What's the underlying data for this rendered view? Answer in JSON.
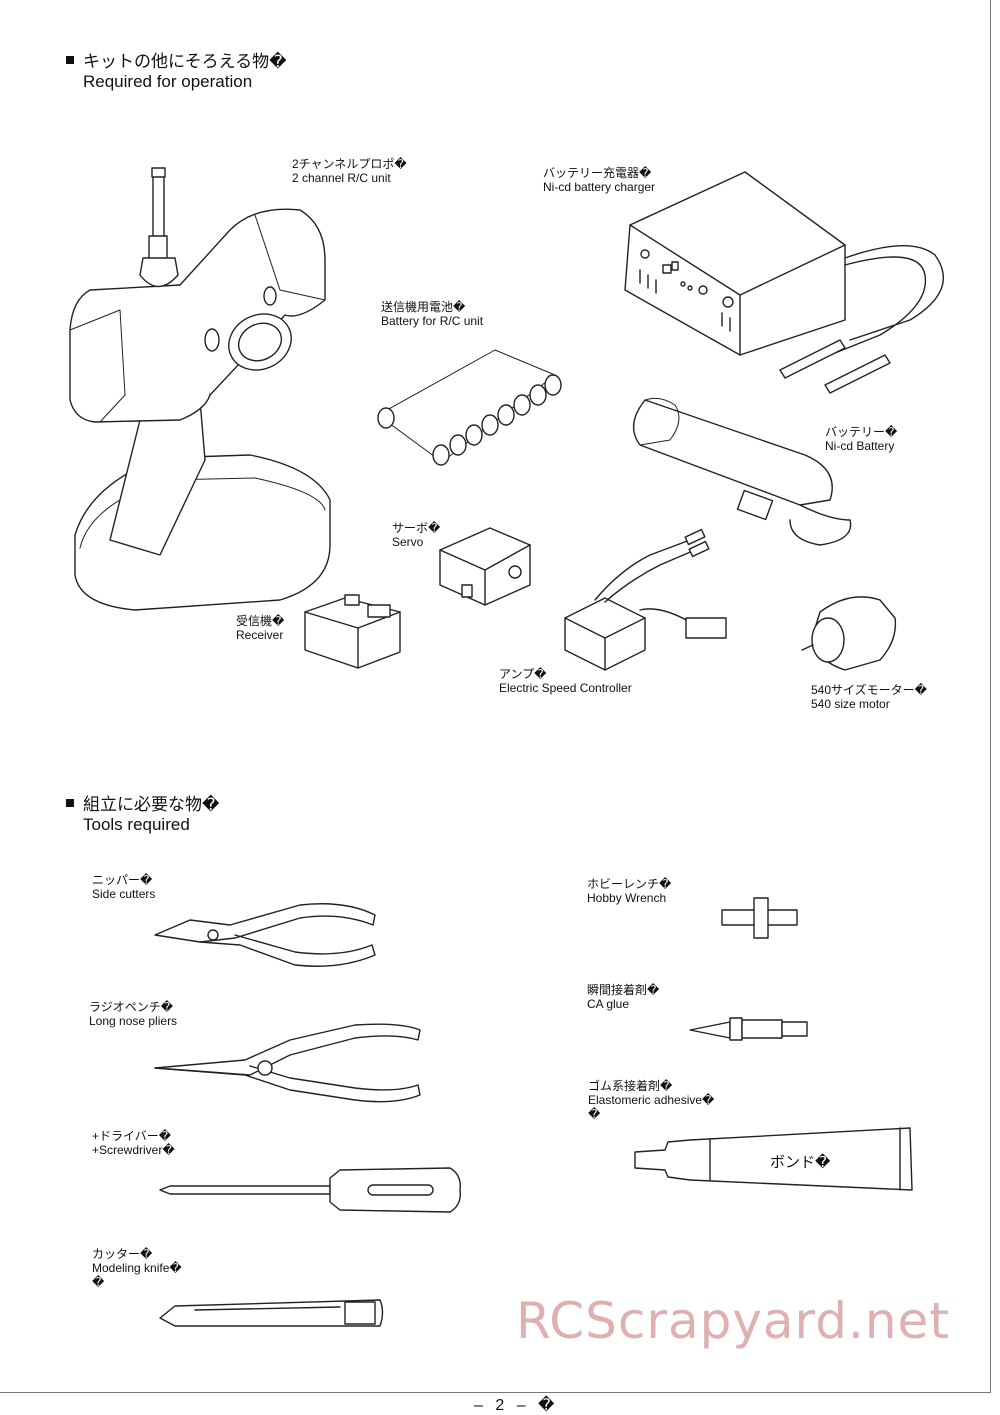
{
  "sections": {
    "required": {
      "ja": "キットの他にそろえる物�",
      "en": "Required for operation"
    },
    "tools": {
      "ja": "組立に必要な物�",
      "en": "Tools required"
    }
  },
  "items": {
    "transmitter": {
      "ja": "2チャンネルプロポ�",
      "en": "2 channel R/C unit"
    },
    "charger": {
      "ja": "バッテリー充電器�",
      "en": "Ni-cd battery charger"
    },
    "tx_battery": {
      "ja": "送信機用電池�",
      "en": "Battery for R/C unit"
    },
    "battery": {
      "ja": "バッテリー�",
      "en": "Ni-cd Battery"
    },
    "servo": {
      "ja": "サーボ�",
      "en": "Servo"
    },
    "receiver": {
      "ja": "受信機�",
      "en": "Receiver"
    },
    "esc": {
      "ja": "アンプ�",
      "en": "Electric Speed Controller"
    },
    "motor": {
      "ja": "540サイズモーター�",
      "en": "540 size motor"
    },
    "side_cutters": {
      "ja": "ニッパー�",
      "en": "Side cutters"
    },
    "hobby_wrench": {
      "ja": "ホビーレンチ�",
      "en": "Hobby Wrench"
    },
    "long_nose": {
      "ja": "ラジオペンチ�",
      "en": "Long nose pliers"
    },
    "ca_glue": {
      "ja": "瞬間接着剤�",
      "en": "CA glue"
    },
    "elastomeric": {
      "ja": "ゴム系接着剤�",
      "en": "Elastomeric adhesive�",
      "extra": "�"
    },
    "screwdriver": {
      "ja": "+ドライバー�",
      "en": "+Screwdriver�"
    },
    "knife": {
      "ja": "カッター�",
      "en": "Modeling knife�",
      "extra": "�"
    }
  },
  "tube_label": "ボンド�",
  "watermark": "RCScrapyard.net",
  "page_number": "– 2 – �"
}
